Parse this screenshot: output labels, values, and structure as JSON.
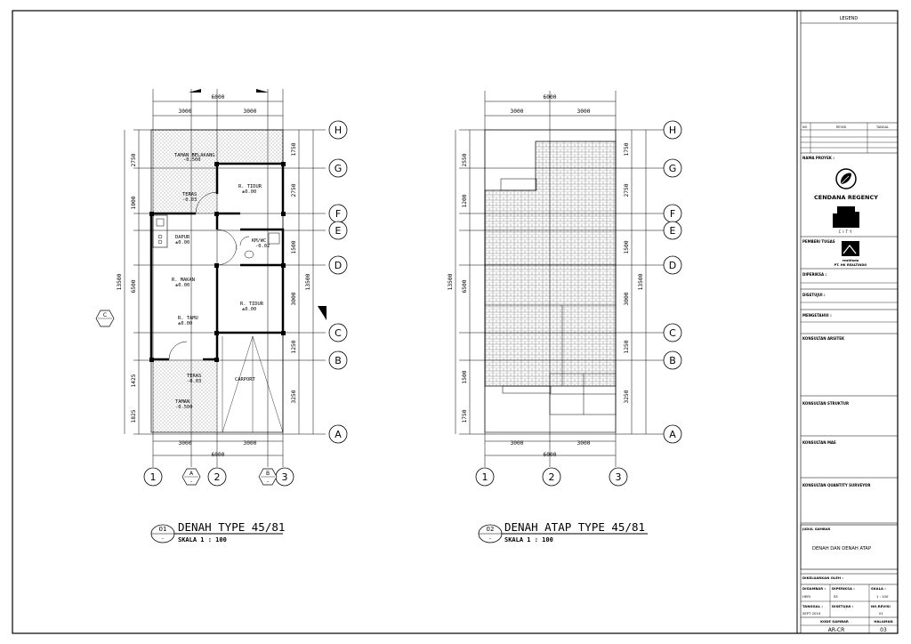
{
  "legend": {
    "title": "LEGEND",
    "revision_headers": [
      "NO",
      "REVISI",
      "TANGAL"
    ],
    "nama_proyek_label": "NAMA PROYEK :",
    "project_logo": "CENDANA REGENCY",
    "city_logo": "CITY",
    "pemberi_tugas_label": "PEMBERI TUGAS",
    "client_logo_text": "realtindo",
    "client_name": "PT. HK REALTINDO",
    "diperiksa_label": "DIPERIKSA :",
    "disetujui_label": "DISETUJUI :",
    "mengetahui_label": "MENGETAHUI :",
    "konsultan_arsitek_label": "KONSULTAN ARSITEK",
    "konsultan_struktur_label": "KONSULTAN STRUKTUR",
    "konsultan_mae_label": "KONSULTAN MAE",
    "konsultan_qs_label": "KONSULTAN QUANTITY SURVEYOR",
    "judul_gambar_label": "JUDUL GAMBAR",
    "judul_gambar": "DENAH DAN DENAH ATAP",
    "dikeluarkan_label": "DIKELUARKAN OLEH :",
    "digambar_label": "DIGAMBAR :",
    "digambar_value": "HERI",
    "diperiksa2_label": "DIPERIKSA :",
    "diperiksa2_value": "SS",
    "skala_label": "SKALA :",
    "skala_value": "1 : 100",
    "tanggal_label": "TANGGAL :",
    "tanggal_value": "SEPT 2019",
    "disetujui2_label": "DISETUJUI :",
    "norevisi_label": "NO.REVISI",
    "norevisi_value": "01",
    "kode_label": "KODE GAMBAR",
    "kode_value": "AR-CR",
    "halaman_label": "HALAMAN",
    "halaman_value": "03"
  },
  "plan1": {
    "number": "01",
    "title": "DENAH TYPE 45/81",
    "scale": "SKALA 1 : 100",
    "dims_top": [
      "6000",
      "3000",
      "3000"
    ],
    "dims_bottom": [
      "3000",
      "3000",
      "6000"
    ],
    "dims_left": [
      "2750",
      "1000",
      "6500",
      "1425",
      "1825",
      "13500"
    ],
    "dims_right": [
      "1750",
      "2750",
      "1500",
      "3000",
      "1250",
      "3250",
      "13500"
    ],
    "grid_rows": [
      "H",
      "G",
      "F",
      "E",
      "D",
      "C",
      "B",
      "A"
    ],
    "grid_cols": [
      "1",
      "2",
      "3"
    ],
    "section_markers": [
      "A",
      "B",
      "C"
    ],
    "section_dashes": [
      "-",
      "-"
    ],
    "rooms": [
      {
        "name": "TAMAN BELAKANG",
        "level": "-0.500"
      },
      {
        "name": "R. TIDUR",
        "level": "±0.00"
      },
      {
        "name": "TERAS",
        "level": "-0.03"
      },
      {
        "name": "DAPUR",
        "level": "±0.00"
      },
      {
        "name": "KM/WC",
        "level": "-0.02"
      },
      {
        "name": "R. MAKAN",
        "level": "±0.00"
      },
      {
        "name": "R. TIDUR",
        "level": "±0.00"
      },
      {
        "name": "R. TAMU",
        "level": "±0.00"
      },
      {
        "name": "TERAS",
        "level": "-0.03"
      },
      {
        "name": "CARPORT",
        "level": ""
      },
      {
        "name": "TAMAN",
        "level": "-0.500"
      }
    ]
  },
  "plan2": {
    "number": "02",
    "title": "DENAH ATAP TYPE 45/81",
    "scale": "SKALA 1 : 100",
    "dims_top": [
      "6000",
      "3000",
      "3000"
    ],
    "dims_bottom": [
      "3000",
      "3000",
      "6000"
    ],
    "dims_left": [
      "2550",
      "1200",
      "6500",
      "1500",
      "1750",
      "13500"
    ],
    "dims_right": [
      "1750",
      "2750",
      "1500",
      "3000",
      "1250",
      "3250",
      "13500"
    ],
    "grid_rows": [
      "H",
      "G",
      "F",
      "E",
      "D",
      "C",
      "B",
      "A"
    ],
    "grid_cols": [
      "1",
      "2",
      "3"
    ]
  },
  "title_dash": "-"
}
